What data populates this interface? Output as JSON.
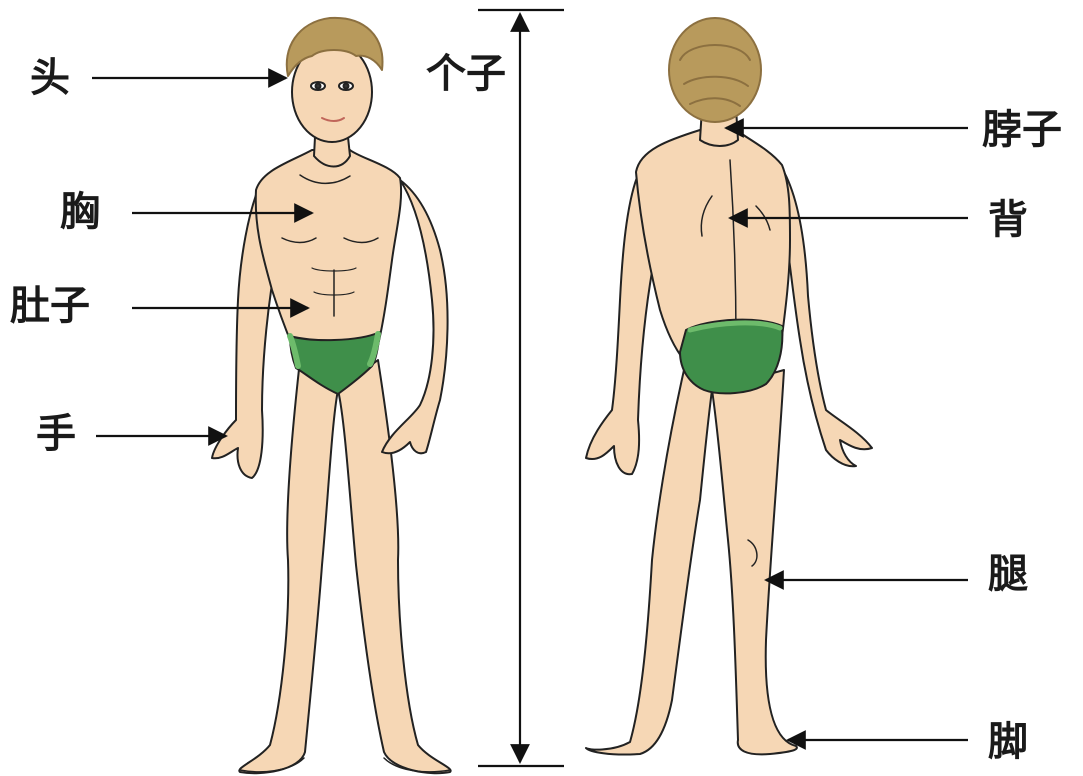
{
  "labels": {
    "head": "头",
    "chest": "胸",
    "belly": "肚子",
    "hand": "手",
    "height": "个子",
    "neck": "脖子",
    "back": "背",
    "leg": "腿",
    "foot": "脚"
  },
  "colors": {
    "skin": "#f6d7b5",
    "skin_shadow": "#e9bf97",
    "hair": "#b89a5c",
    "hair_dark": "#8c7040",
    "briefs": "#3f8f4a",
    "briefs_light": "#6dbb6b",
    "outline": "#222222",
    "arrow": "#111111"
  },
  "icons": [
    "front-body-figure",
    "back-body-figure",
    "height-double-arrow"
  ]
}
